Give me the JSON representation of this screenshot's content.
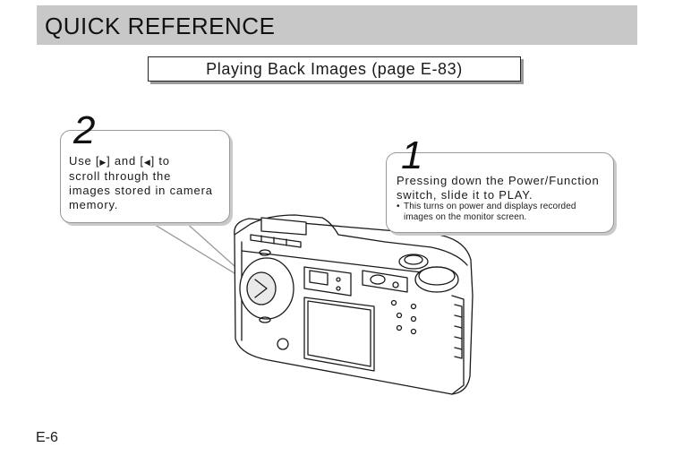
{
  "header": {
    "title": "QUICK REFERENCE"
  },
  "section": {
    "title": "Playing Back Images (page E-83)"
  },
  "steps": [
    {
      "number": "1",
      "line1": "Pressing down the Power/Function",
      "line2": "switch, slide it to PLAY.",
      "note_bullet": "•",
      "note_line1": "This turns on power and displays recorded",
      "note_line2": "images on the monitor screen."
    },
    {
      "number": "2",
      "line1_a": "Use [",
      "right_arrow": "▶",
      "line1_b": "] and [",
      "left_arrow": "◀",
      "line1_c": "] to",
      "line2": "scroll through the",
      "line3": "images stored in camera",
      "line4": "memory."
    }
  ],
  "footer": {
    "page_number": "E-6"
  }
}
